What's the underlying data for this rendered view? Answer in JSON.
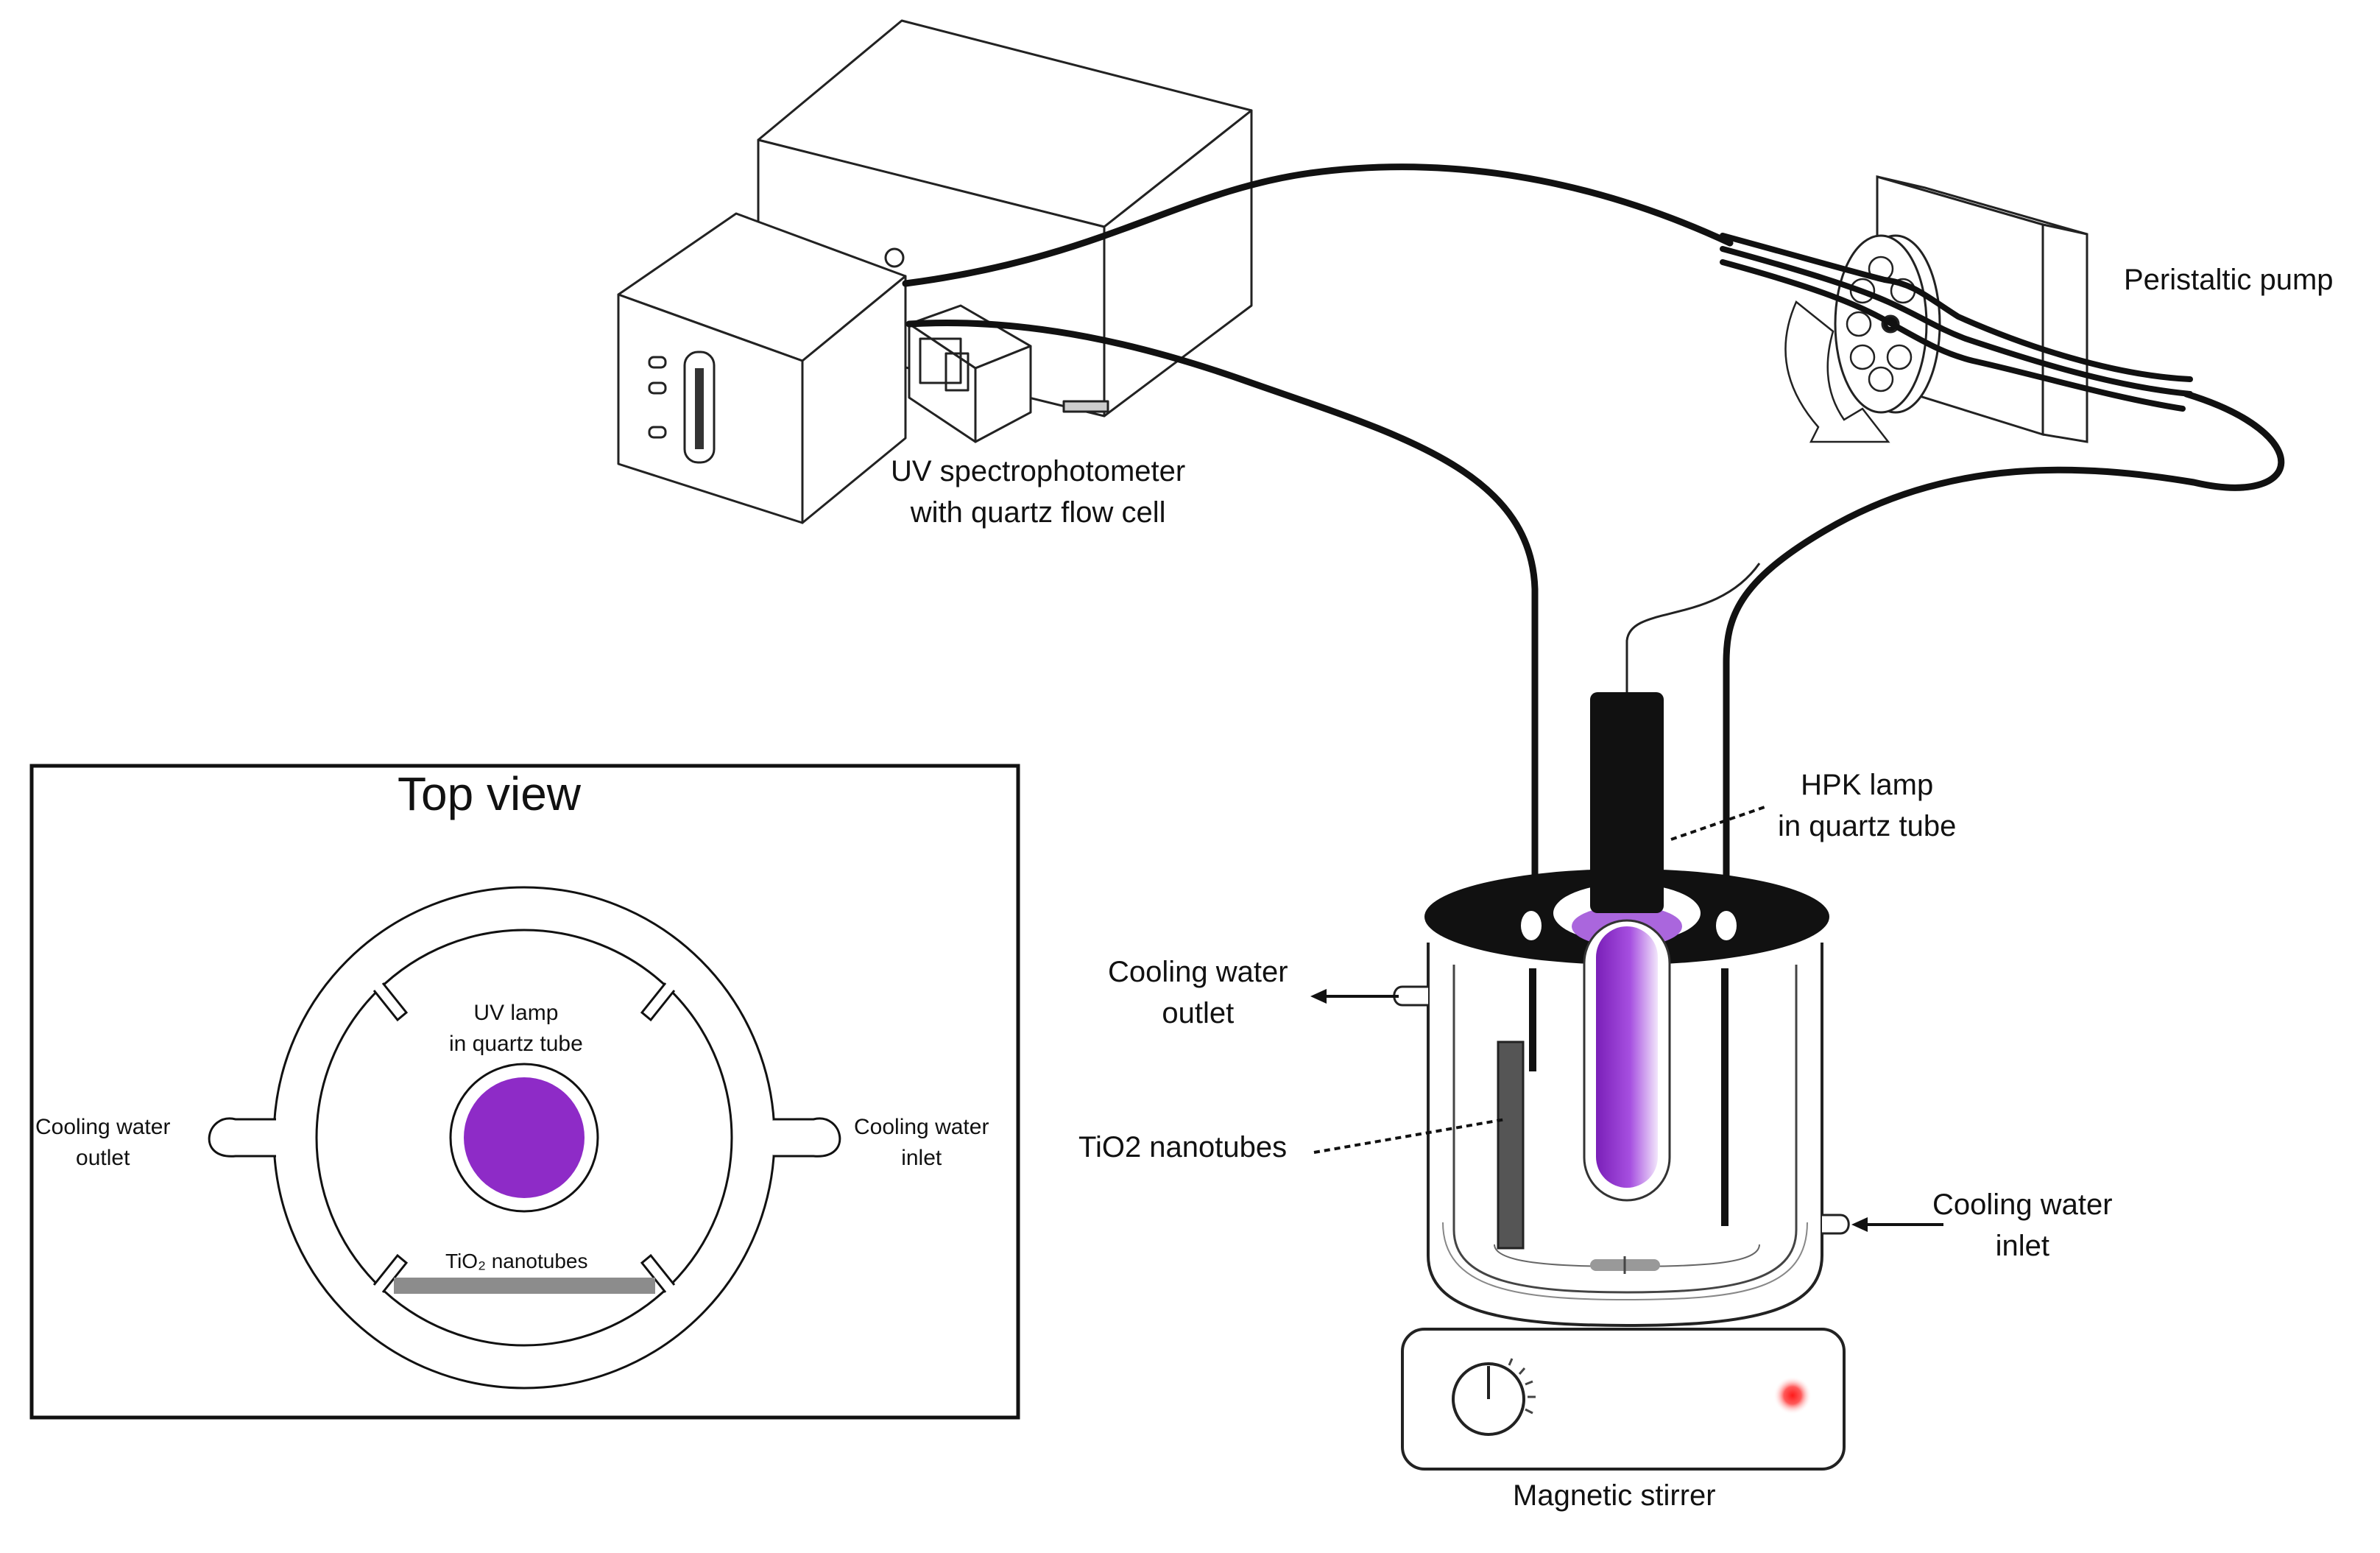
{
  "labels": {
    "uv_spectrophotometer": [
      "UV spectrophotometer",
      "with quartz flow cell"
    ],
    "peristaltic_pump": "Peristaltic pump",
    "hpk_lamp": [
      "HPK lamp",
      "in quartz tube"
    ],
    "cooling_outlet": [
      "Cooling water",
      "outlet"
    ],
    "cooling_inlet": [
      "Cooling water",
      "inlet"
    ],
    "tio2_nanotubes": "TiO2 nanotubes",
    "magnetic_stirrer": "Magnetic stirrer"
  },
  "top_view": {
    "title": "Top view",
    "uv_lamp": [
      "UV lamp",
      "in quartz tube"
    ],
    "cooling_outlet": [
      "Cooling water",
      "outlet"
    ],
    "cooling_inlet": [
      "Cooling water",
      "inlet"
    ],
    "tio2_label": "TiO₂ nanotubes"
  },
  "colors": {
    "line": "#111111",
    "lamp_purple": "#8e2bc7",
    "tio2_gray": "#8c8c8c",
    "indicator_red": "#ff2a2a"
  }
}
